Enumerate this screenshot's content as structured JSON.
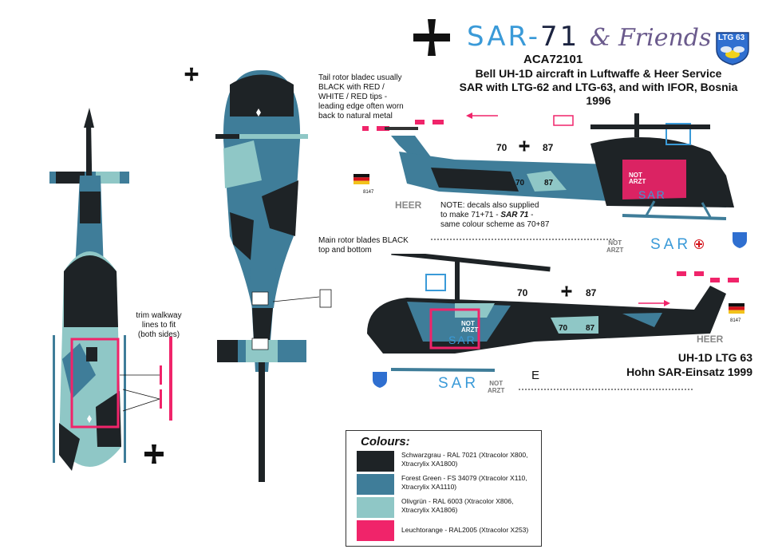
{
  "header": {
    "title_sar": "SAR-",
    "title_71": "71",
    "title_friends": "& Friends",
    "badge_label": "LTG 63",
    "product_code": "ACA72101",
    "subtitle_line1": "Bell UH-1D aircraft in Luftwaffe & Heer Service",
    "subtitle_line2": "SAR with LTG-62 and LTG-63, and with IFOR, Bosnia 1996"
  },
  "notes": {
    "tail_rotor": "Tail rotor bladec usually BLACK with RED / WHITE / RED tips - leading edge often worn back to natural metal",
    "decals": "NOTE: decals also supplied to make 71+71 - SAR 71 - same colour scheme as 70+87",
    "decals_parts": [
      "NOTE: decals also supplied",
      "to make 71+71 - ",
      "SAR 71",
      " -",
      "same colour scheme as 70+87"
    ],
    "main_rotor": "Main rotor blades BLACK top and bottom",
    "walkway": "trim walkway lines to fit (both sides)"
  },
  "markings": {
    "heer": "HEER",
    "sar": "SAR",
    "not": "NOT",
    "arzt": "ARZT",
    "num_70": "70",
    "num_87": "87",
    "serial_left": "70",
    "serial_right": "87",
    "small_code": "8147",
    "letter_e": "E"
  },
  "caption": {
    "line1": "UH-1D   LTG 63",
    "line2": "Hohn SAR-Einsatz 1999"
  },
  "colours": {
    "heading": "Colours:",
    "items": [
      {
        "hex": "#1e2326",
        "text": "Schwarzgrau - RAL 7021 (Xtracolor X800, Xtracrylix XA1800)"
      },
      {
        "hex": "#3f7d99",
        "text": "Forest Green - FS 34079 (Xtracolor X110, Xtracrylix XA1110)"
      },
      {
        "hex": "#8fc7c6",
        "text": "Olivgrün - RAL 6003 (Xtracolor X806, Xtracrylix XA1806)"
      },
      {
        "hex": "#f0246a",
        "text": "Leuchtorange - RAL2005 (Xtracolor X253)"
      }
    ]
  }
}
